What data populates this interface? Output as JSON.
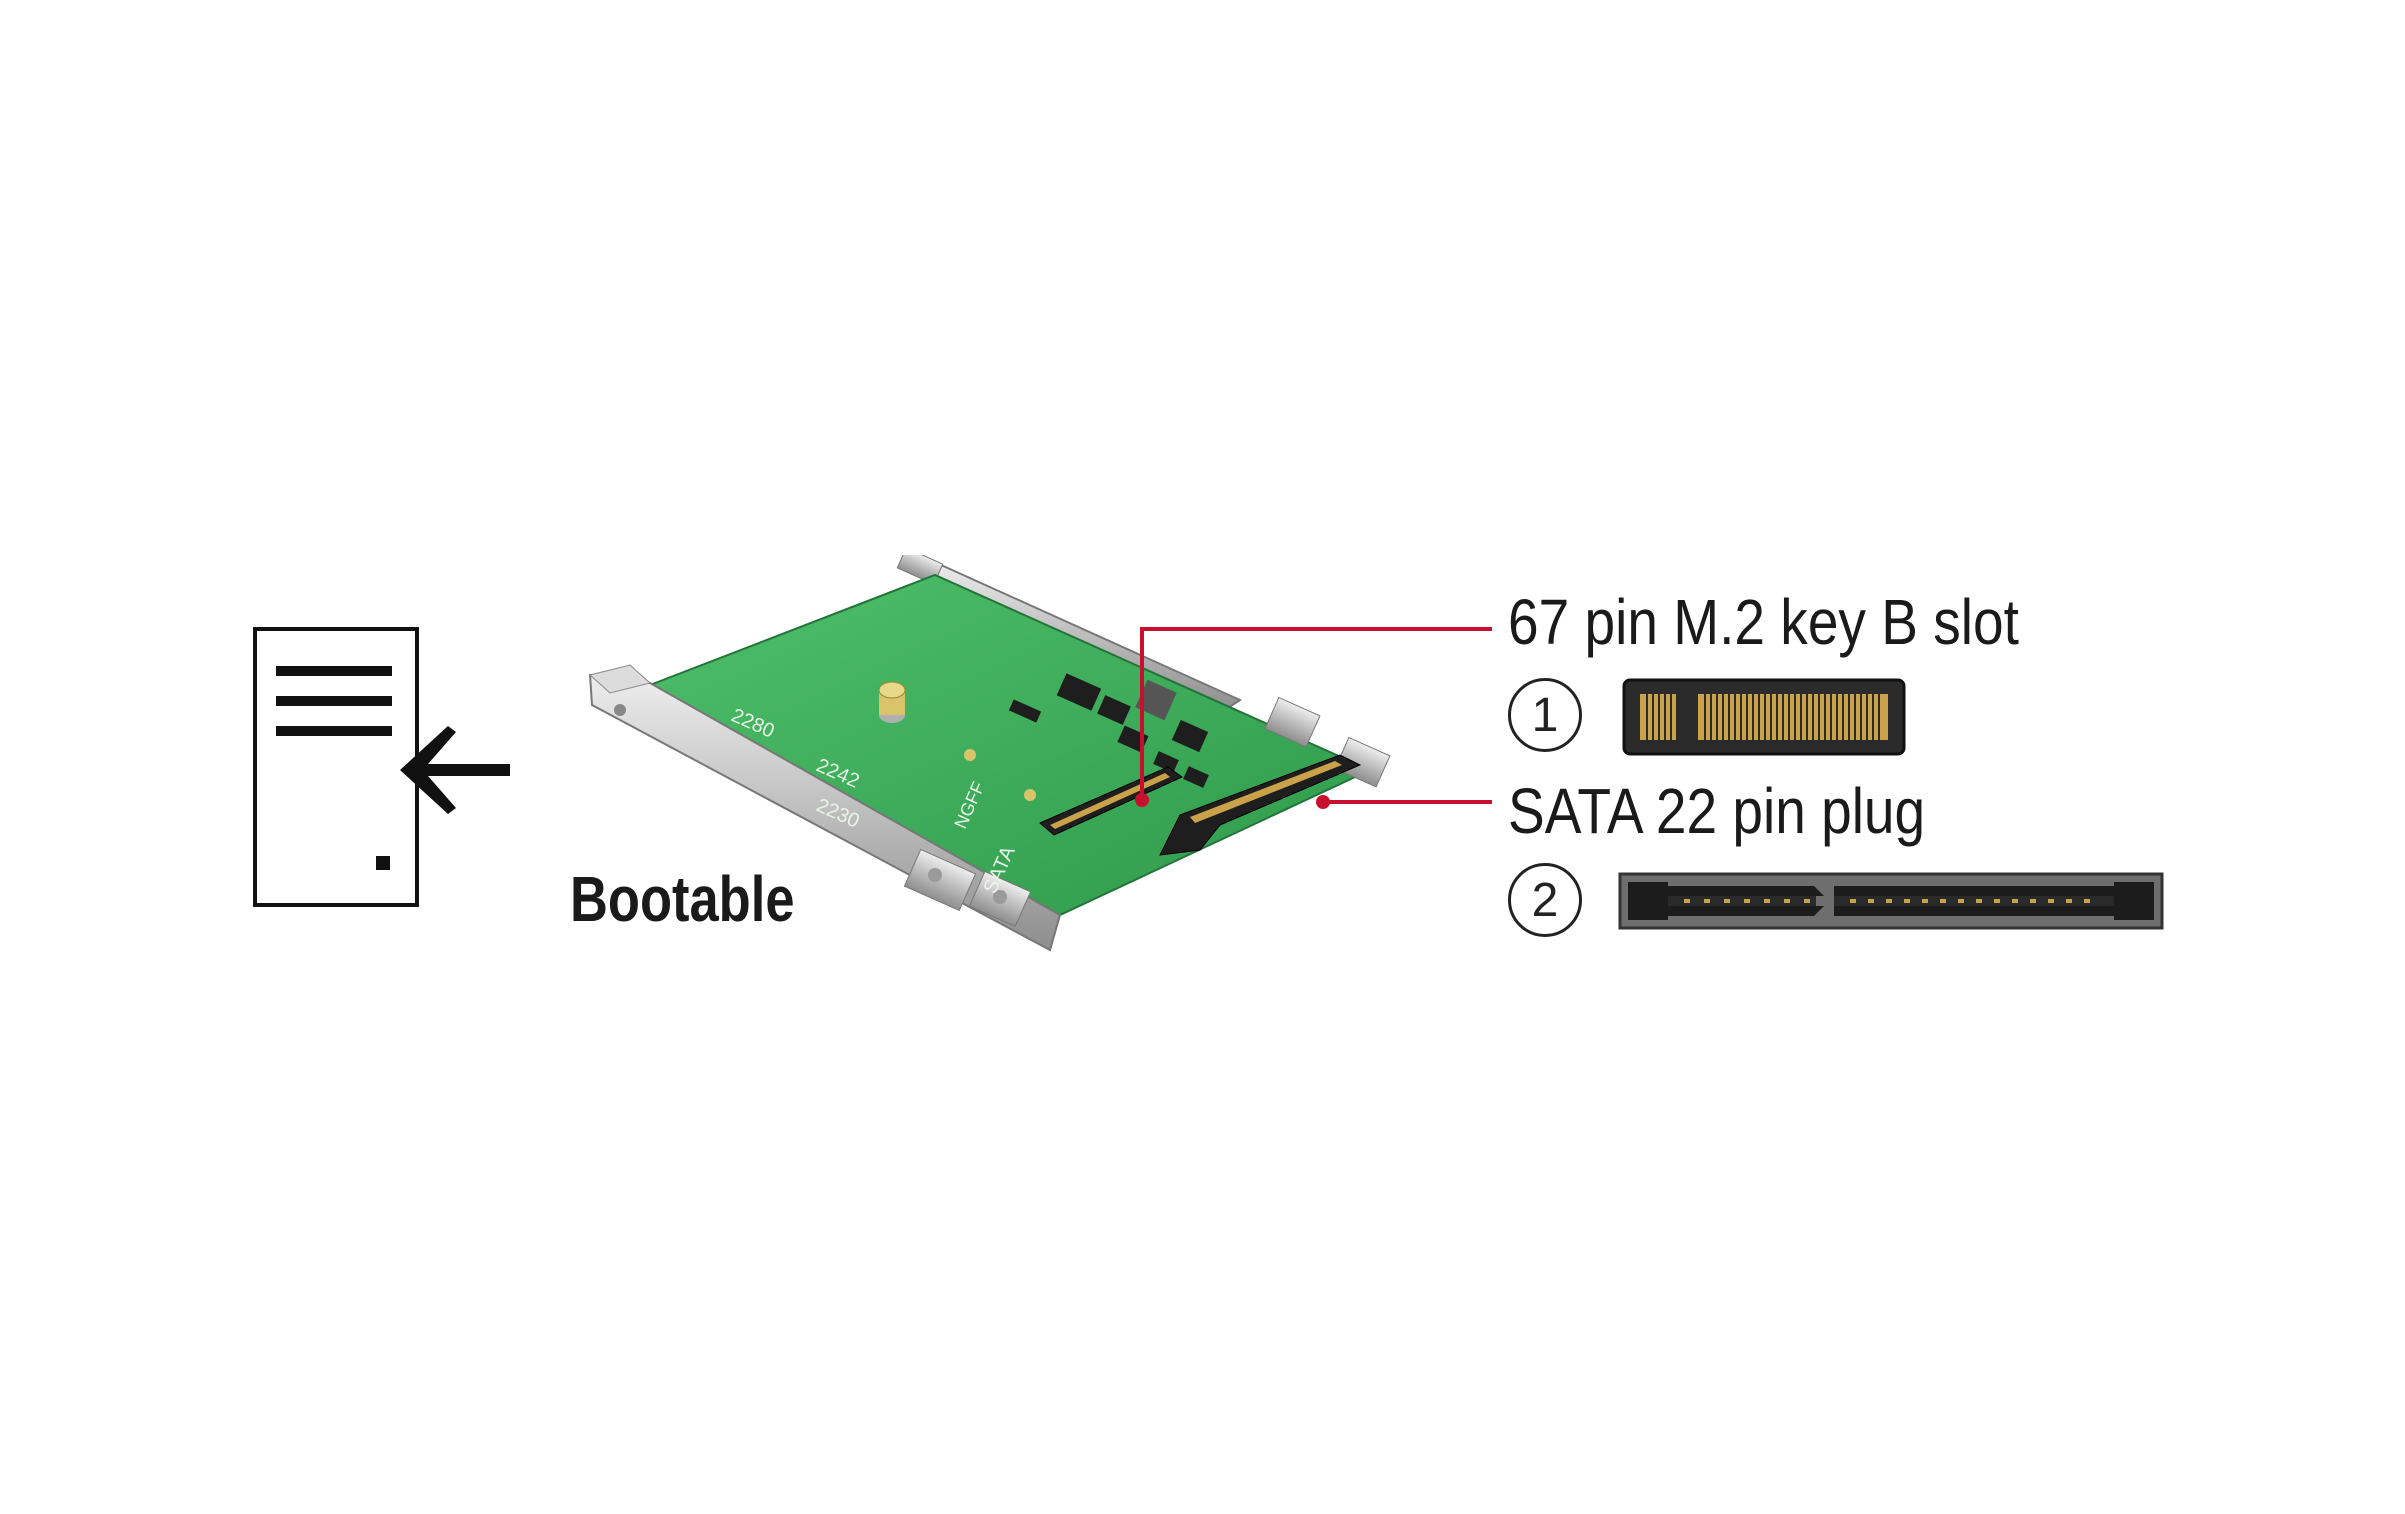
{
  "bootable_label": "Bootable",
  "callouts": [
    {
      "number": "1",
      "label": "67 pin M.2 key B slot"
    },
    {
      "number": "2",
      "label": "SATA 22 pin plug"
    }
  ],
  "board_silkscreen": {
    "sizes": [
      "2280",
      "2242",
      "2230"
    ],
    "ngff": "NGFF",
    "sata": "SATA"
  },
  "icons": [
    "boot-document-icon",
    "arrow-left-icon"
  ],
  "colors": {
    "callout_line": "#c8102e",
    "pcb_green": "#3aa655",
    "connector_gold": "#c9a24a",
    "connector_body": "#2b2b2b",
    "bracket_metal": "#c9c9c9"
  }
}
